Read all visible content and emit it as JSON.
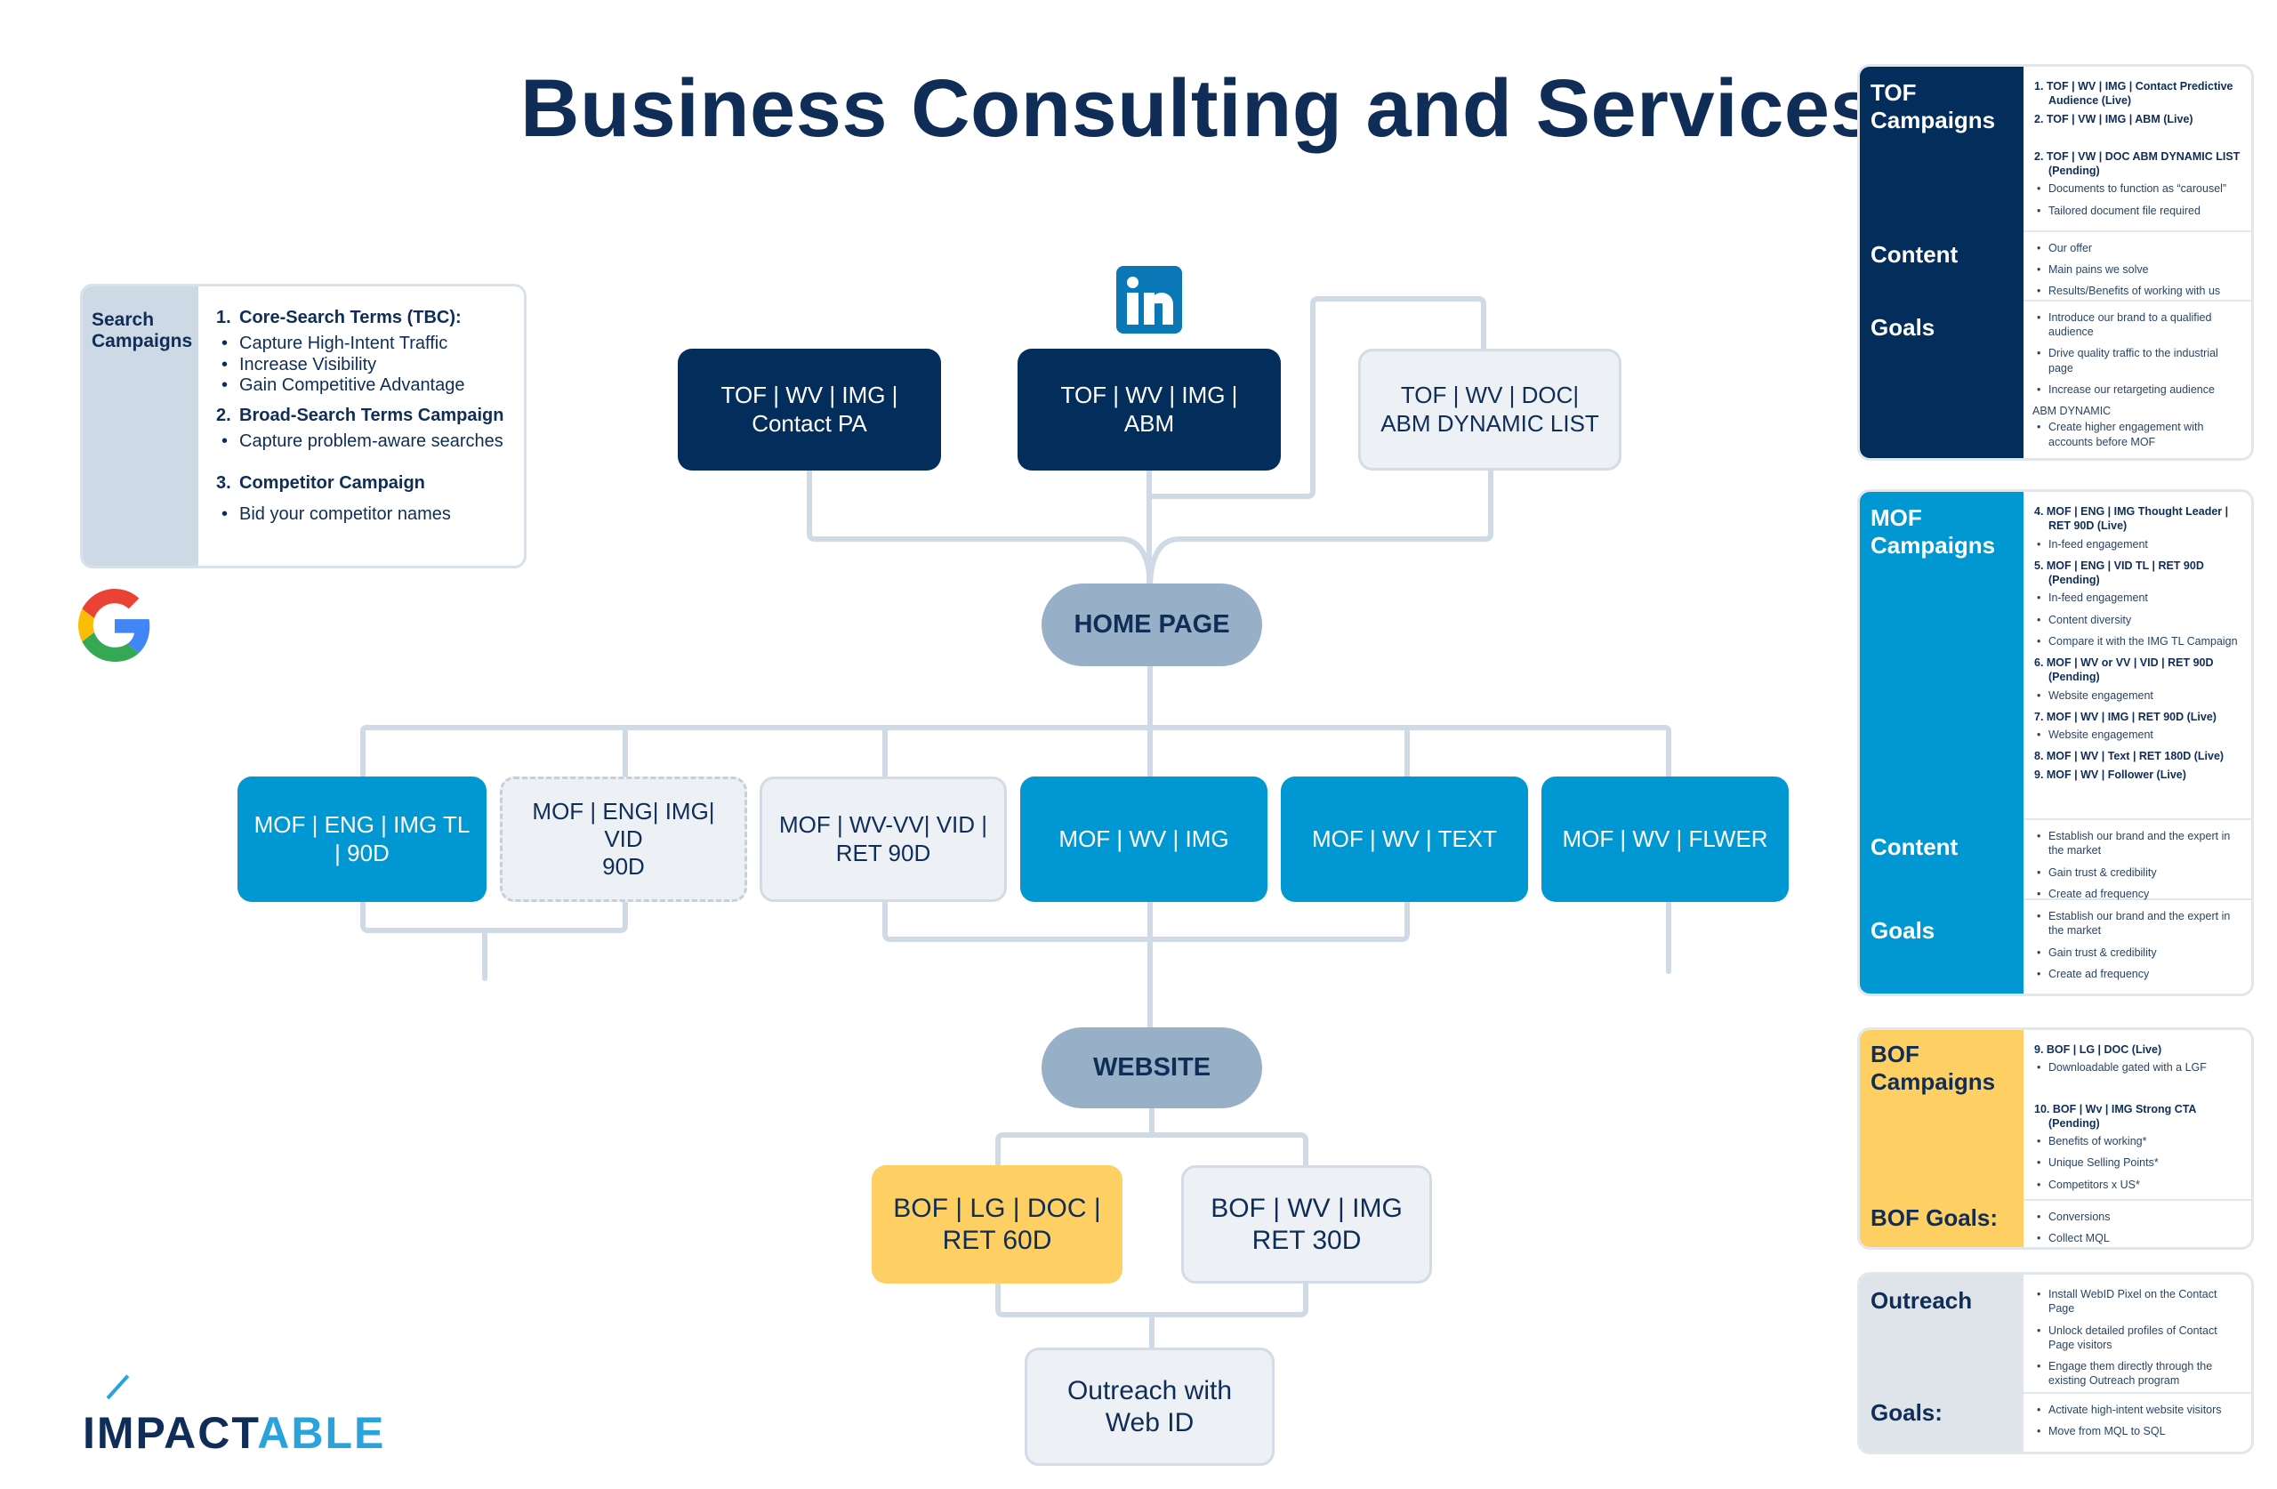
{
  "title": "Business Consulting and Services",
  "colors": {
    "navy": "#032d5b",
    "blue": "#0197d2",
    "yellow": "#fed063",
    "gray_node": "#edf1f5",
    "pill": "#97b0c7",
    "connector": "#cfdae6",
    "linkedin": "#0a78b7"
  },
  "icons": {
    "linkedin": "linkedin-icon",
    "google": "google-icon"
  },
  "tof_nodes": [
    {
      "label": "TOF | WV | IMG |\nContact PA",
      "style": "navy"
    },
    {
      "label": "TOF | WV | IMG |\nABM",
      "style": "navy"
    },
    {
      "label": "TOF | WV | DOC|\nABM DYNAMIC LIST",
      "style": "gray"
    }
  ],
  "home_page": "HOME PAGE",
  "mof_nodes": [
    {
      "label": "MOF | ENG | IMG TL\n| 90D",
      "style": "blue"
    },
    {
      "label": "MOF | ENG| IMG| VID\n90D",
      "style": "dashed"
    },
    {
      "label": "MOF | WV-VV| VID |\nRET 90D",
      "style": "gray"
    },
    {
      "label": "MOF | WV | IMG",
      "style": "blue"
    },
    {
      "label": "MOF | WV | TEXT",
      "style": "blue"
    },
    {
      "label": "MOF | WV | FLWER",
      "style": "blue"
    }
  ],
  "website": "WEBSITE",
  "bof_nodes": [
    {
      "label": "BOF | LG | DOC |\nRET 60D",
      "style": "yellow"
    },
    {
      "label": "BOF | WV | IMG\nRET 30D",
      "style": "gray"
    }
  ],
  "outreach_node": "Outreach with\nWeb ID",
  "search": {
    "side_label": "Search\nCampaigns",
    "items": [
      {
        "num": "1.",
        "heading": "Core-Search Terms (TBC):",
        "bullets": [
          "Capture High-Intent Traffic",
          "Increase Visibility",
          "Gain Competitive Advantage"
        ]
      },
      {
        "num": "2.",
        "heading": "Broad-Search Terms Campaign",
        "bullets": [
          "Capture problem-aware searches"
        ]
      },
      {
        "num": "3.",
        "heading": "Competitor Campaign",
        "bullets": [
          "Bid your competitor names"
        ]
      }
    ]
  },
  "logo": {
    "part1": "IMPACT",
    "part2": "ABLE"
  },
  "panels": {
    "tof": {
      "labels": {
        "campaigns": "TOF\nCampaigns",
        "content": "Content",
        "goals": "Goals"
      },
      "campaigns": [
        {
          "type": "h",
          "text": "1. TOF | WV | IMG | Contact Predictive Audience (Live)"
        },
        {
          "type": "h",
          "text": "2. TOF | VW | IMG | ABM (Live)"
        },
        {
          "type": "gap"
        },
        {
          "type": "h",
          "text": "2. TOF | VW | DOC ABM DYNAMIC LIST (Pending)"
        },
        {
          "type": "b",
          "text": "Documents to function as “carousel”"
        },
        {
          "type": "b",
          "text": "Tailored document file required"
        }
      ],
      "content": [
        "Our offer",
        "Main pains we solve",
        "Results/Benefits of working with us"
      ],
      "goals": [
        {
          "type": "b",
          "text": "Introduce our brand to a qualified audience"
        },
        {
          "type": "b",
          "text": "Drive quality traffic to the industrial page"
        },
        {
          "type": "b",
          "text": "Increase our retargeting audience"
        },
        {
          "type": "p",
          "text": "ABM DYNAMIC"
        },
        {
          "type": "b",
          "text": "Create higher engagement with accounts before MOF"
        }
      ]
    },
    "mof": {
      "labels": {
        "campaigns": "MOF\nCampaigns",
        "content": "Content",
        "goals": "Goals"
      },
      "campaigns": [
        {
          "type": "h",
          "text": "4. MOF | ENG | IMG Thought Leader | RET 90D (Live)"
        },
        {
          "type": "b",
          "text": "In-feed engagement"
        },
        {
          "type": "h",
          "text": "5. MOF | ENG | VID TL | RET 90D (Pending)"
        },
        {
          "type": "b",
          "text": "In-feed engagement"
        },
        {
          "type": "b",
          "text": "Content diversity"
        },
        {
          "type": "b",
          "text": "Compare it with the IMG TL Campaign"
        },
        {
          "type": "h",
          "text": "6. MOF | WV or VV | VID | RET 90D (Pending)"
        },
        {
          "type": "b",
          "text": "Website engagement"
        },
        {
          "type": "h",
          "text": "7. MOF | WV | IMG | RET 90D (Live)"
        },
        {
          "type": "b",
          "text": "Website engagement"
        },
        {
          "type": "h",
          "text": "8. MOF | WV | Text | RET 180D (Live)"
        },
        {
          "type": "h",
          "text": "9. MOF | WV | Follower (Live)"
        }
      ],
      "content": [
        "Establish our brand and the expert in the market",
        "Gain trust & credibility",
        "Create ad frequency"
      ],
      "goals": [
        "Establish our brand and the expert in the market",
        "Gain trust & credibility",
        "Create ad frequency"
      ]
    },
    "bof": {
      "labels": {
        "campaigns": "BOF\nCampaigns",
        "goals": "BOF Goals:"
      },
      "campaigns": [
        {
          "type": "h",
          "text": "9. BOF | LG | DOC (Live)"
        },
        {
          "type": "b",
          "text": "Downloadable gated with a LGF"
        },
        {
          "type": "gap"
        },
        {
          "type": "h",
          "text": "10. BOF | Wv | IMG Strong CTA (Pending)"
        },
        {
          "type": "b",
          "text": "Benefits of working*"
        },
        {
          "type": "b",
          "text": "Unique Selling Points*"
        },
        {
          "type": "b",
          "text": "Competitors x US*"
        }
      ],
      "goals": [
        "Conversions",
        "Collect MQL"
      ]
    },
    "outreach": {
      "labels": {
        "campaigns": "Outreach",
        "goals": "Goals:"
      },
      "items": [
        "Install WebID Pixel on the Contact Page",
        "Unlock detailed profiles of Contact Page visitors",
        "Engage them directly through the existing Outreach program"
      ],
      "goals": [
        "Activate high-intent website visitors",
        "Move from MQL to SQL"
      ]
    }
  }
}
